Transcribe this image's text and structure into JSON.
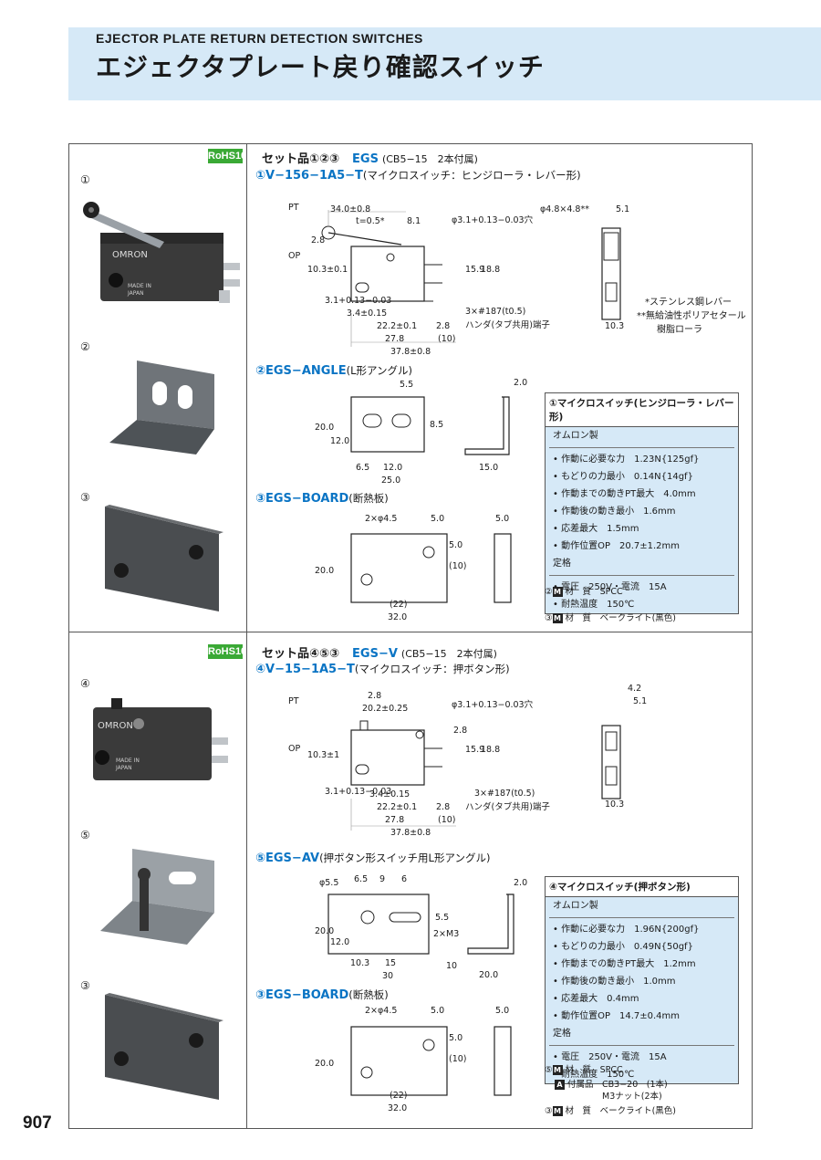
{
  "header": {
    "title_en": "EJECTOR PLATE RETURN DETECTION SWITCHES",
    "title_jp": "エジェクタプレート戻り確認スイッチ"
  },
  "rohs": "RoHS10",
  "photo_numbers": [
    "①",
    "②",
    "③",
    "④",
    "⑤",
    "③"
  ],
  "set1": {
    "label": "セット品①②③",
    "code": "EGS",
    "note": "(CB5−15　2本付属)",
    "p1": {
      "code": "①V−156−1A5−T",
      "desc": "(マイクロスイッチ：ヒンジローラ・レバー形)"
    },
    "p2": {
      "code": "②EGS−ANGLE",
      "desc": "(L形アングル)"
    },
    "p3": {
      "code": "③EGS−BOARD",
      "desc": "(断熱板)"
    },
    "dims1": [
      "34.0±0.8",
      "t=0.5*",
      "8.1",
      "φ3.1+0.13−0.03穴",
      "PT",
      "OP",
      "2.8",
      "10.3±0.1",
      "15.9",
      "18.8",
      "3.1+0.13−0.03",
      "3.4±0.15",
      "22.2±0.1",
      "2.8",
      "27.8",
      "(10)",
      "37.8±0.8",
      "3×#187(t0.5)",
      "ハンダ(タブ共用)端子",
      "φ4.8×4.8**",
      "5.1",
      "10.3"
    ],
    "lever_notes": [
      "*ステンレス鋼レバー",
      "**無給油性ポリアセタール",
      "樹脂ローラ"
    ],
    "dims2": [
      "5.5",
      "20.0",
      "12.0",
      "8.5",
      "6.5",
      "12.0",
      "25.0",
      "2.0",
      "15.0"
    ],
    "dims3": [
      "2×φ4.5",
      "5.0",
      "5.0",
      "20.0",
      "(10)",
      "5.0",
      "(22)",
      "32.0"
    ],
    "spec": {
      "title": "①マイクロスイッチ(ヒンジローラ・レバー形)",
      "maker": "オムロン製",
      "items": [
        "• 作動に必要な力　1.23N{125gf}",
        "• もどりの力最小　0.14N{14gf}",
        "• 作動までの動きPT最大　4.0mm",
        "• 作動後の動き最小　1.6mm",
        "• 応差最大　1.5mm",
        "• 動作位置OP　20.7±1.2mm"
      ],
      "rating_label": "定格",
      "ratings": [
        "• 電圧　250V・電流　15A",
        "• 耐熱温度　150℃"
      ]
    },
    "materials": [
      {
        "num": "②",
        "badge": "M",
        "label": "材　質",
        "value": "SPCC"
      },
      {
        "num": "③",
        "badge": "M",
        "label": "材　質",
        "value": "ベークライト(黒色)"
      }
    ]
  },
  "set2": {
    "label": "セット品④⑤③",
    "code": "EGS−V",
    "note": "(CB5−15　2本付属)",
    "p4": {
      "code": "④V−15−1A5−T",
      "desc": "(マイクロスイッチ：押ボタン形)"
    },
    "p5": {
      "code": "⑤EGS−AV",
      "desc": "(押ボタン形スイッチ用L形アングル)"
    },
    "p3": {
      "code": "③EGS−BOARD",
      "desc": "(断熱板)"
    },
    "dims4": [
      "2.8",
      "20.2±0.25",
      "φ3.1+0.13−0.03穴",
      "PT",
      "OP",
      "2.8",
      "10.3±1",
      "15.9",
      "18.8",
      "3.1+0.13−0.03",
      "3.4±0.15",
      "22.2±0.1",
      "2.8",
      "27.8",
      "(10)",
      "37.8±0.8",
      "3×#187(t0.5)",
      "ハンダ(タブ共用)端子",
      "4.2",
      "5.1",
      "10.3"
    ],
    "dims5": [
      "φ5.5",
      "6.5",
      "9",
      "6",
      "20.0",
      "12.0",
      "5.5",
      "2×M3",
      "10.3",
      "15",
      "30",
      "2.0",
      "10",
      "20.0"
    ],
    "dims3": [
      "2×φ4.5",
      "5.0",
      "5.0",
      "20.0",
      "(10)",
      "5.0",
      "(22)",
      "32.0"
    ],
    "spec": {
      "title": "④マイクロスイッチ(押ボタン形)",
      "maker": "オムロン製",
      "items": [
        "• 作動に必要な力　1.96N{200gf}",
        "• もどりの力最小　0.49N{50gf}",
        "• 作動までの動きPT最大　1.2mm",
        "• 作動後の動き最小　1.0mm",
        "• 応差最大　0.4mm",
        "• 動作位置OP　14.7±0.4mm"
      ],
      "rating_label": "定格",
      "ratings": [
        "• 電圧　250V・電流　15A",
        "• 耐熱温度　150℃"
      ]
    },
    "materials": [
      {
        "num": "⑤",
        "badge": "M",
        "label": "材　質",
        "value": "SPCC"
      },
      {
        "num": "",
        "badge": "A",
        "label": "付属品",
        "value": "CB3−20　(1本)"
      },
      {
        "num": "",
        "badge": "",
        "label": "",
        "value": "M3ナット(2本)"
      },
      {
        "num": "③",
        "badge": "M",
        "label": "材　質",
        "value": "ベークライト(黒色)"
      }
    ]
  },
  "page_number": "907"
}
